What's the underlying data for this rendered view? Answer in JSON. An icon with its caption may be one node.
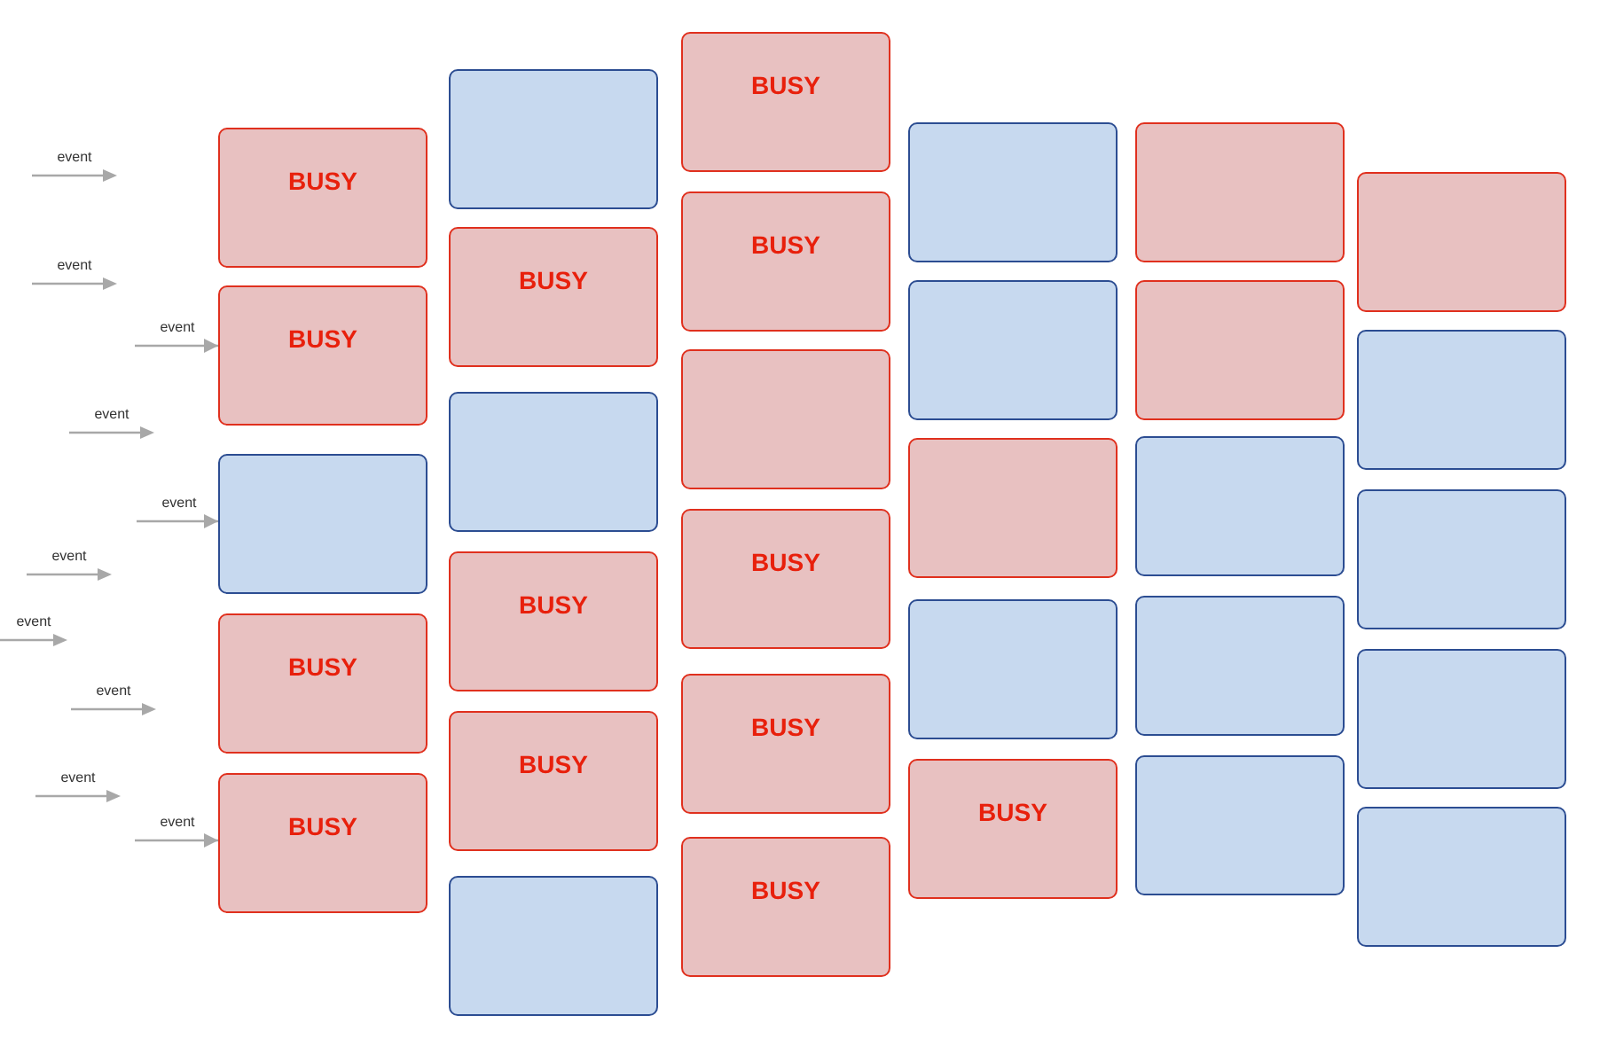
{
  "diagram": {
    "nodes": [
      {
        "text": [
          "BUSY"
        ]
      },
      {
        "text": [
          "BUSY"
        ]
      },
      {
        "text": [],
        "shape": "box"
      },
      {
        "text": [
          "BUSY"
        ]
      },
      {
        "text": [
          "BUSY"
        ]
      },
      {
        "text": [],
        "shape": "box"
      },
      {
        "text": [
          "BUSY"
        ]
      },
      {
        "text": [],
        "shape": "box"
      },
      {
        "text": [
          "BUSY"
        ]
      },
      {
        "text": [
          "BUSY"
        ]
      },
      {
        "text": [],
        "shape": "box"
      },
      {
        "text": [
          "BUSY"
        ]
      },
      {
        "text": [
          "BUSY"
        ]
      },
      {
        "text": [],
        "shape": "box"
      },
      {
        "text": [
          "BUSY"
        ]
      },
      {
        "text": [
          "BUSY"
        ]
      },
      {
        "text": [
          "BUSY"
        ]
      },
      {
        "text": [],
        "shape": "box"
      },
      {
        "text": [],
        "shape": "box"
      },
      {
        "text": [],
        "shape": "box"
      },
      {
        "text": [],
        "shape": "box"
      },
      {
        "text": [
          "BUSY"
        ]
      },
      {
        "text": [],
        "shape": "box"
      },
      {
        "text": [],
        "shape": "box"
      },
      {
        "text": [],
        "shape": "box"
      },
      {
        "text": [],
        "shape": "box"
      },
      {
        "text": [],
        "shape": "box"
      },
      {
        "text": [],
        "shape": "box"
      },
      {
        "text": [],
        "shape": "box"
      },
      {
        "text": [],
        "shape": "box"
      },
      {
        "text": [],
        "shape": "box"
      },
      {
        "text": [],
        "shape": "box"
      }
    ],
    "edges": [
      {
        "from": null,
        "to": 1,
        "arrow": "to",
        "label": "event"
      },
      {
        "from": null,
        "to": 2,
        "arrow": "to",
        "label": "event"
      },
      {
        "from": null,
        "to": 4,
        "arrow": "to",
        "label": "event"
      }
    ],
    "labels": [
      "event",
      "event",
      "event",
      "event",
      "event",
      "event",
      "event"
    ]
  }
}
